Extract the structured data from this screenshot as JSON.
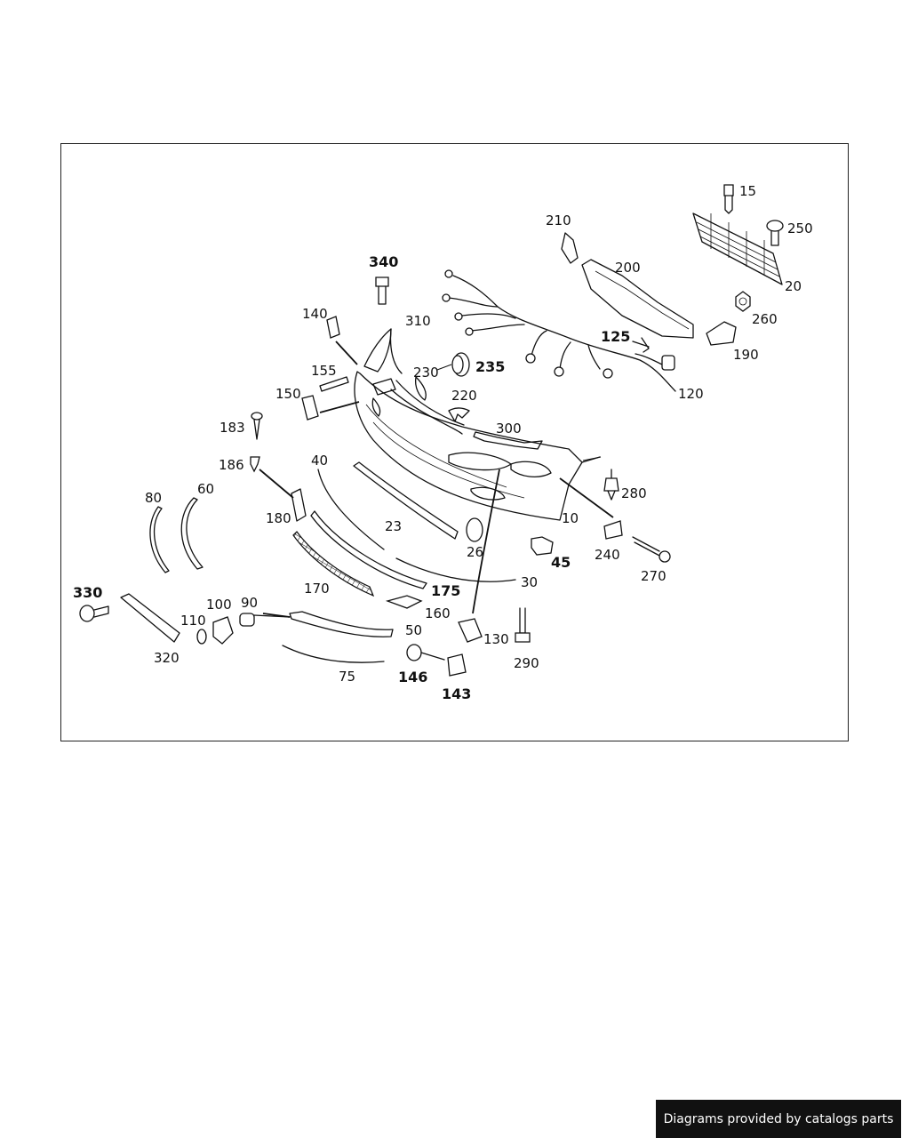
{
  "footer": {
    "credit": "Diagrams provided by catalogs parts"
  },
  "callouts": {
    "c15": "15",
    "c250": "250",
    "c20": "20",
    "c260": "260",
    "c210": "210",
    "c200": "200",
    "c190": "190",
    "c125": "125",
    "c120": "120",
    "c340": "340",
    "c140": "140",
    "c310": "310",
    "c230": "230",
    "c235": "235",
    "c155": "155",
    "c150": "150",
    "c220": "220",
    "c300": "300",
    "c183": "183",
    "c186": "186",
    "c40": "40",
    "c280": "280",
    "c10": "10",
    "c60": "60",
    "c80": "80",
    "c180": "180",
    "c23": "23",
    "c26": "26",
    "c45": "45",
    "c240": "240",
    "c270": "270",
    "c170": "170",
    "c175": "175",
    "c30": "30",
    "c330": "330",
    "c100": "100",
    "c90": "90",
    "c110": "110",
    "c160": "160",
    "c50": "50",
    "c130": "130",
    "c290": "290",
    "c320": "320",
    "c146": "146",
    "c143": "143",
    "c75": "75"
  }
}
